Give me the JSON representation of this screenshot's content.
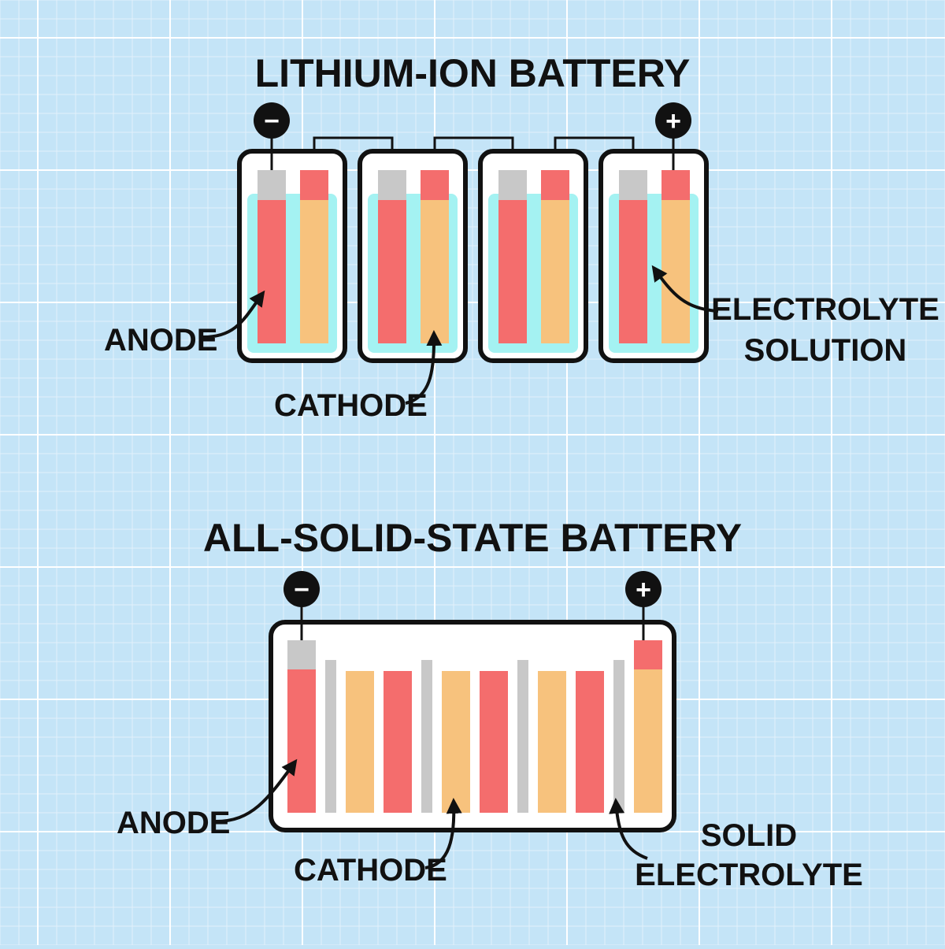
{
  "colors": {
    "background": "#c4e4f7",
    "grid_minor": "#e2f1fb",
    "grid_major": "#ffffff",
    "anode": "#f46d6d",
    "cathode": "#f7c27d",
    "terminal_gray": "#c8c8c8",
    "electrolyte_liquid": "#a4f2f2",
    "solid_electrolyte": "#c8c8c8",
    "cell_fill": "#ffffff",
    "outline": "#111111"
  },
  "lithium_ion": {
    "title": "LITHIUM-ION BATTERY",
    "negative_symbol": "−",
    "positive_symbol": "+",
    "cell_count": 4,
    "labels": {
      "anode": "ANODE",
      "cathode": "CATHODE",
      "electrolyte_line1": "ELECTROLYTE",
      "electrolyte_line2": "SOLUTION"
    },
    "icons": {
      "negative": "minus-icon",
      "positive": "plus-icon",
      "pointer": "arrow-icon"
    }
  },
  "solid_state": {
    "title": "ALL-SOLID-STATE BATTERY",
    "negative_symbol": "−",
    "positive_symbol": "+",
    "layer_sequence": [
      "anode",
      "separator",
      "cathode",
      "anode",
      "separator",
      "cathode",
      "anode",
      "separator",
      "cathode",
      "anode",
      "separator",
      "cathode"
    ],
    "labels": {
      "anode": "ANODE",
      "cathode": "CATHODE",
      "electrolyte_line1": "SOLID",
      "electrolyte_line2": "ELECTROLYTE"
    },
    "icons": {
      "negative": "minus-icon",
      "positive": "plus-icon",
      "pointer": "arrow-icon"
    }
  }
}
